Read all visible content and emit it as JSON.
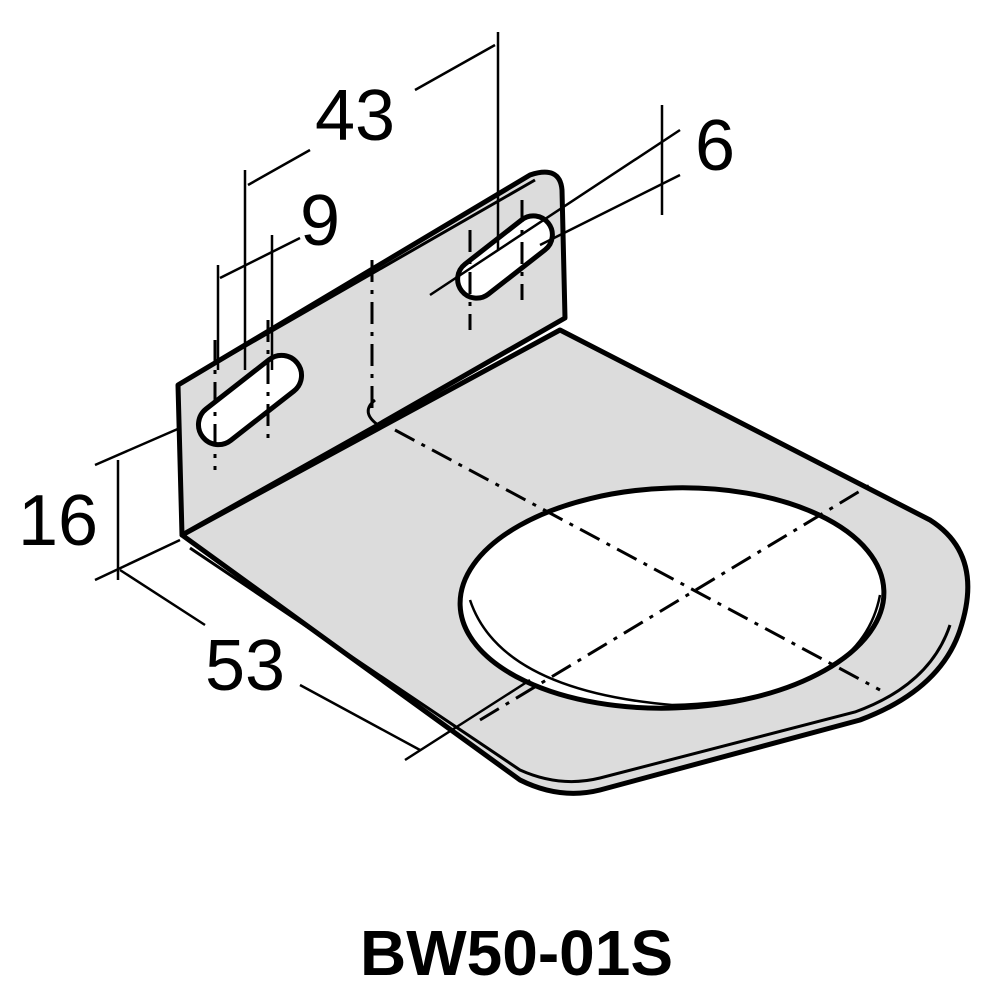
{
  "dimensions": {
    "dim_43": "43",
    "dim_6": "6",
    "dim_9": "9",
    "dim_16": "16",
    "dim_53": "53"
  },
  "model": "BW50-01S"
}
